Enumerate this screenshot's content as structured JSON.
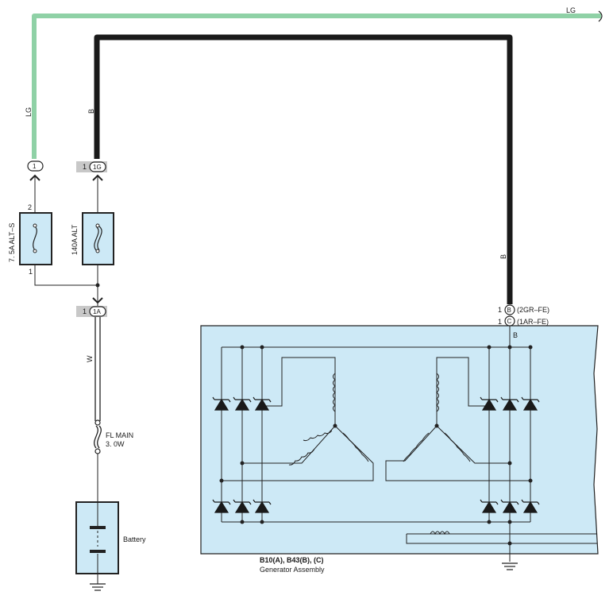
{
  "colors": {
    "wire_lg": "#8fd1a6",
    "wire_b": "#1a1a1a",
    "component_fill": "#cde9f6",
    "outline": "#222222",
    "pin_tag": "#c8c8c8"
  },
  "wires": {
    "lg_top": "LG",
    "lg_vertical": "LG",
    "b_left": "B",
    "b_right": "B",
    "b_inside": "B",
    "w": "W"
  },
  "connectors": {
    "fuse_lg_pin": "1",
    "fuse_alt_pin_num": "1",
    "fuse_alt_pin_tag": "1G",
    "junction_pin_num": "1",
    "junction_pin_tag": "1A",
    "gen_b_pin": "1",
    "gen_b_letter": "B",
    "gen_b_note": "(2GR–FE)",
    "gen_c_pin": "1",
    "gen_c_letter": "C",
    "gen_c_note": "(1AR–FE)"
  },
  "fuses": {
    "alt_s": {
      "label": "7. 5A ALT–S",
      "pin_top": "2",
      "pin_bottom": "1"
    },
    "alt": {
      "label": "140A ALT"
    },
    "fl_main_line1": "FL MAIN",
    "fl_main_line2": "3. 0W"
  },
  "battery": {
    "label": "Battery"
  },
  "generator": {
    "code": "B10(A), B43(B), (C)",
    "name": "Generator Assembly"
  }
}
